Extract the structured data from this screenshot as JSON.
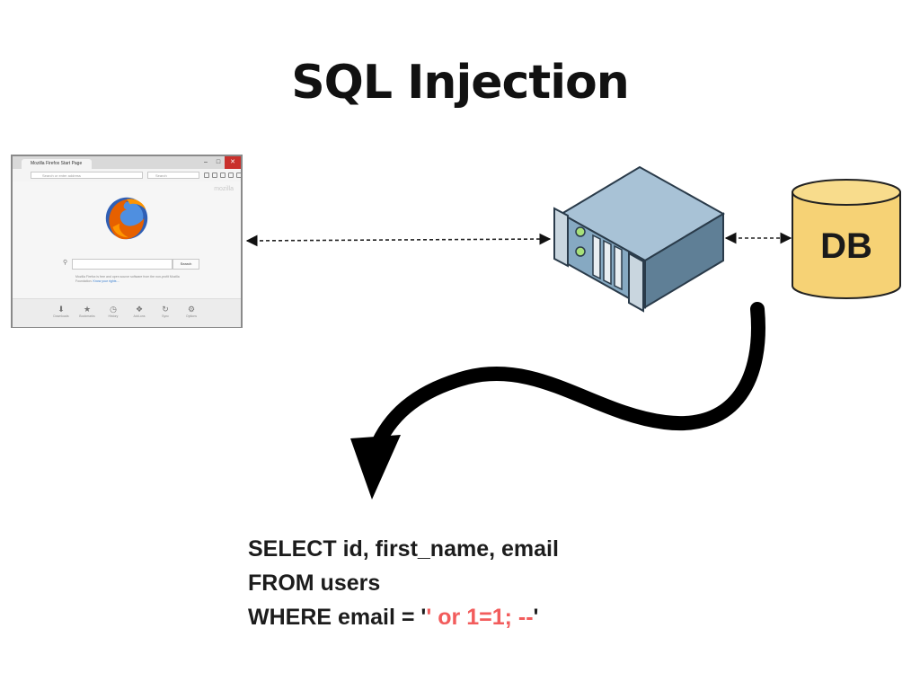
{
  "title": "SQL Injection",
  "browser": {
    "tab_title": "Mozilla Firefox Start Page",
    "url_placeholder": "Search or enter address",
    "search_placeholder": "Search",
    "watermark": "mozilla",
    "search_button": "Search",
    "info_text": "Mozilla Firefox is free and open source software from the non-profit Mozilla Foundation.",
    "info_link": "Know your rights…",
    "toolbar_items": [
      {
        "label": "Downloads",
        "icon": "download-icon"
      },
      {
        "label": "Bookmarks",
        "icon": "star-icon"
      },
      {
        "label": "History",
        "icon": "clock-icon"
      },
      {
        "label": "Add-ons",
        "icon": "puzzle-icon"
      },
      {
        "label": "Sync",
        "icon": "sync-icon"
      },
      {
        "label": "Options",
        "icon": "gear-icon"
      }
    ]
  },
  "database": {
    "label": "DB"
  },
  "sql": {
    "line1": "SELECT id, first_name, email",
    "line2": "FROM users",
    "line3_prefix": "WHERE email = '",
    "line3_injected": "' or 1=1; --",
    "line3_suffix": "'"
  },
  "colors": {
    "db_fill": "#f6d275",
    "injection_red": "#f25c5c",
    "server_blue": "#7fa3bd"
  }
}
